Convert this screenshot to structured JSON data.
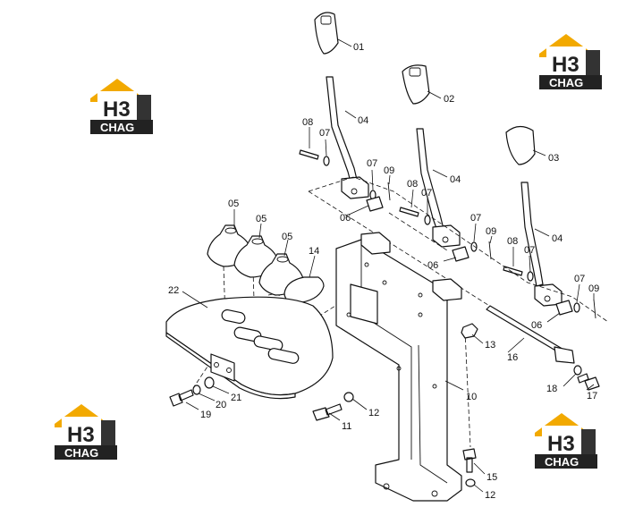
{
  "callouts": {
    "c01": "01",
    "c02": "02",
    "c03": "03",
    "c04a": "04",
    "c04b": "04",
    "c04c": "04",
    "c05a": "05",
    "c05b": "05",
    "c05c": "05",
    "c06a": "06",
    "c06b": "06",
    "c06c": "06",
    "c07a": "07",
    "c07b": "07",
    "c07c": "07",
    "c07d": "07",
    "c07e": "07",
    "c07f": "07",
    "c08a": "08",
    "c08b": "08",
    "c08c": "08",
    "c09a": "09",
    "c09b": "09",
    "c09c": "09",
    "c10": "10",
    "c11": "11",
    "c12a": "12",
    "c12b": "12",
    "c13": "13",
    "c14": "14",
    "c15": "15",
    "c16": "16",
    "c17": "17",
    "c18": "18",
    "c19": "19",
    "c20": "20",
    "c21": "21",
    "c22": "22"
  },
  "watermark": {
    "brand_letters": "H3",
    "brand_name": "CHAG",
    "colors": {
      "gold": "#F2A900",
      "dark": "#222222"
    }
  }
}
